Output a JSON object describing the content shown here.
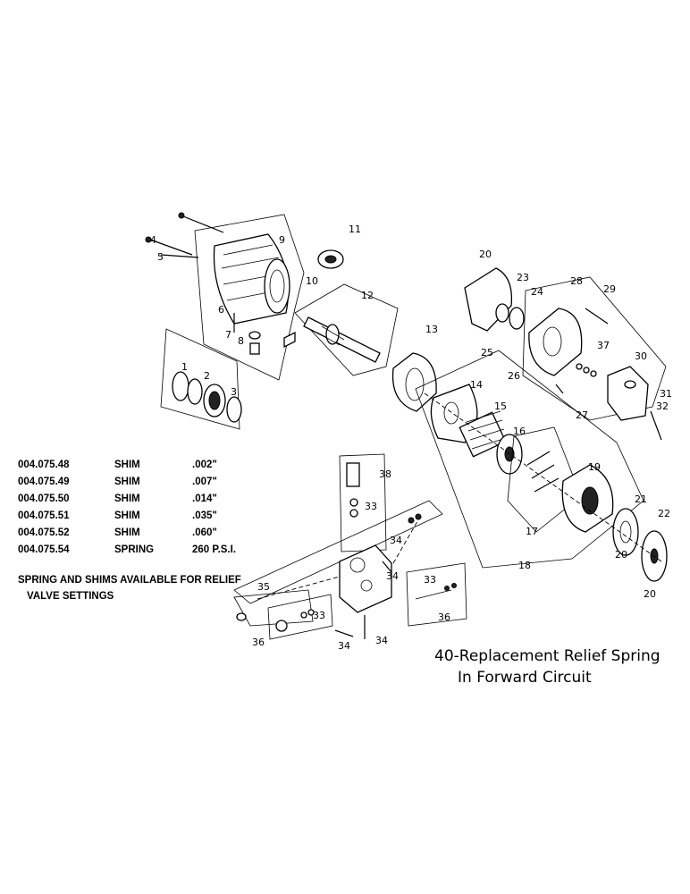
{
  "parts_list": [
    {
      "part_number": "004.075.48",
      "description": "SHIM",
      "size": ".002\""
    },
    {
      "part_number": "004.075.49",
      "description": "SHIM",
      "size": ".007\""
    },
    {
      "part_number": "004.075.50",
      "description": "SHIM",
      "size": ".014\""
    },
    {
      "part_number": "004.075.51",
      "description": "SHIM",
      "size": ".035\""
    },
    {
      "part_number": "004.075.52",
      "description": "SHIM",
      "size": ".060\""
    },
    {
      "part_number": "004.075.54",
      "description": "SPRING",
      "size": "260 P.S.I."
    }
  ],
  "availability_note": {
    "line1": "SPRING AND SHIMS AVAILABLE FOR RELIEF",
    "line2": "VALVE SETTINGS"
  },
  "handwritten_note": {
    "line1": "40-Replacement Relief Spring",
    "line2": "In Forward Circuit"
  },
  "callouts": {
    "c1": "1",
    "c2": "2",
    "c3": "3",
    "c4": "4",
    "c5": "5",
    "c6": "6",
    "c7": "7",
    "c8": "8",
    "c9": "9",
    "c10": "10",
    "c11": "11",
    "c12": "12",
    "c13": "13",
    "c14": "14",
    "c15": "15",
    "c16": "16",
    "c17": "17",
    "c18": "18",
    "c19": "19",
    "c20a": "20",
    "c20b": "20",
    "c20c": "20",
    "c21": "21",
    "c22": "22",
    "c23": "23",
    "c24": "24",
    "c25": "25",
    "c26": "26",
    "c27": "27",
    "c28": "28",
    "c29": "29",
    "c30": "30",
    "c31": "31",
    "c32": "32",
    "c33a": "33",
    "c33b": "33",
    "c33c": "33",
    "c34a": "34",
    "c34b": "34",
    "c34c": "34",
    "c34d": "34",
    "c35": "35",
    "c36a": "36",
    "c36b": "36",
    "c37": "37",
    "c38": "38"
  }
}
